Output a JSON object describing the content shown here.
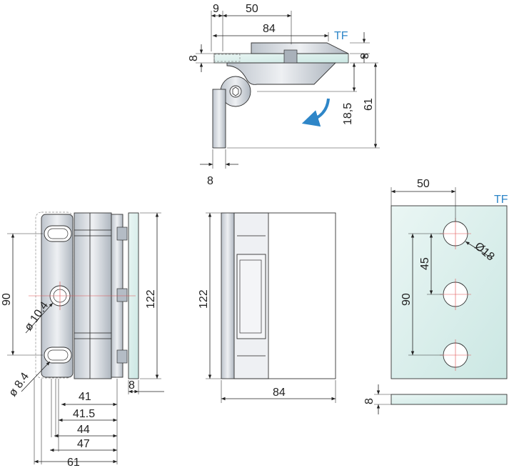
{
  "top_view": {
    "dim_9": "9",
    "dim_50": "50",
    "dim_84": "84",
    "glass_label": "TF",
    "dim_8_left": "8",
    "dim_8_right": "8",
    "dim_18_5": "18,5",
    "dim_61": "61",
    "dim_8_bottom": "8"
  },
  "side_view": {
    "dim_90": "90",
    "dim_hole_10_4": "ø 10.4",
    "dim_slot_8_4": "ø 8.4",
    "dim_122": "122",
    "dim_8": "8",
    "dim_41": "41",
    "dim_41_5": "41.5",
    "dim_44": "44",
    "dim_47": "47",
    "dim_61": "61"
  },
  "front_view": {
    "dim_122": "122",
    "dim_84": "84"
  },
  "glass_view": {
    "dim_50": "50",
    "glass_label": "TF",
    "dim_hole_18": "Ø18",
    "dim_45": "45",
    "dim_90": "90",
    "dim_8": "8"
  },
  "colors": {
    "accent_blue": "#2e86c8",
    "glass_tint": "#dff1ef",
    "metal": "#d9dde2",
    "centerline_red": "#e05050"
  },
  "icons": {
    "rotation_arrow": "curved-arrow-icon"
  }
}
